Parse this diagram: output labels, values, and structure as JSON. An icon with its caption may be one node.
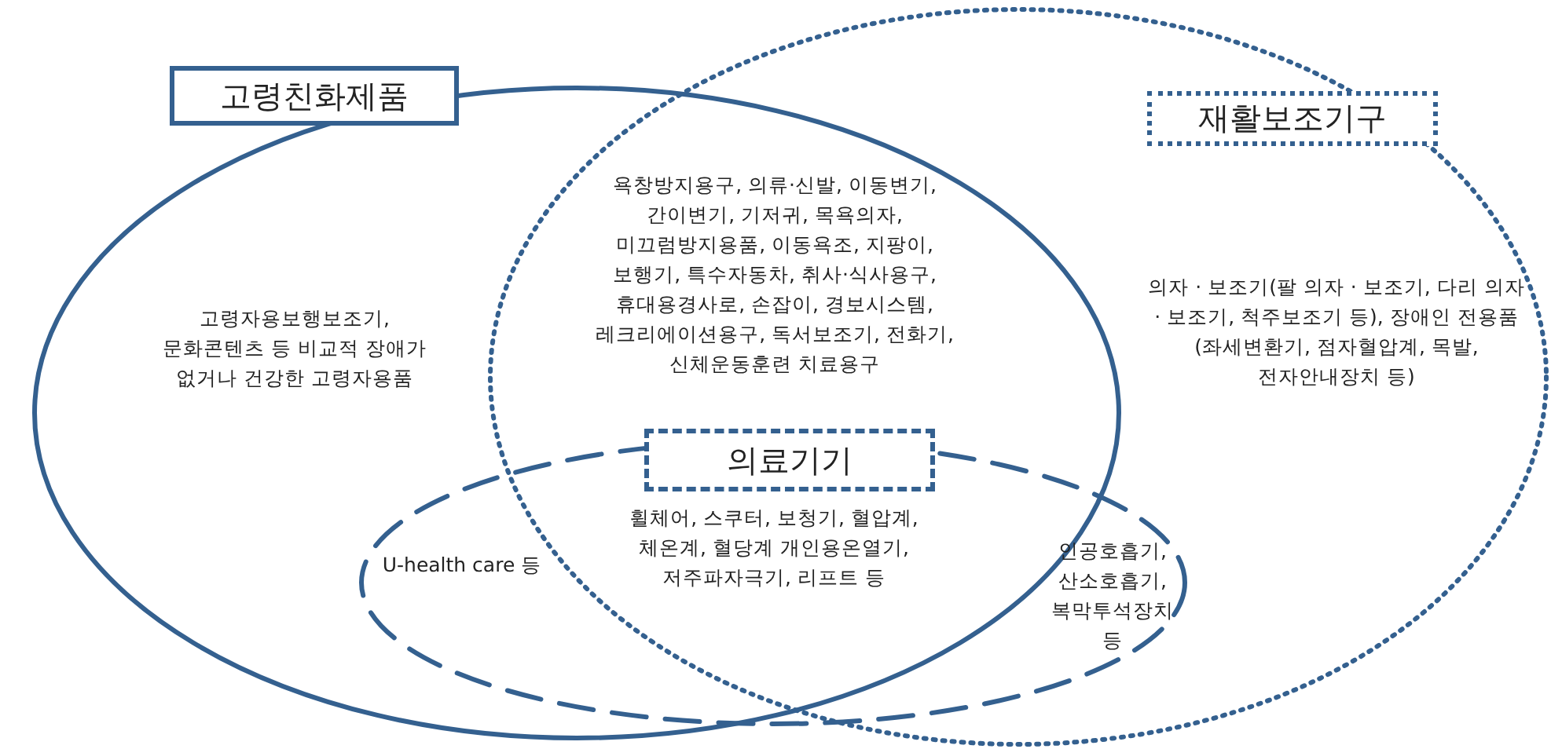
{
  "diagram": {
    "nodes": [
      {
        "text": [
          "고령친화제품"
        ]
      },
      {
        "text": [
          "재활보조기구"
        ]
      },
      {
        "text": [
          "의료기기"
        ]
      }
    ],
    "labels": [
      "고령자용보행보조기, 문화콘텐츠 등 비교적 장애가 없거나 건강한 고령자용품",
      "욕창방지용구, 의류·신발, 이동변기, 간이변기, 기저귀, 목욕의자, 미끄럼방지용품, 이동욕조, 지팡이, 보행기, 특수자동차, 취사·식사용구, 휴대용경사로, 손잡이, 경보시스템, 레크리에이션용구, 독서보조기, 전화기, 신체운동훈련 치료용구",
      "의자 · 보조기(팔 의자 · 보조기, 다리 의자 · 보조기, 척주보조기 등), 장애인 전용품(좌세변환기, 점자혈압계, 목발, 전자안내장치 등)",
      "휠체어, 스쿠터, 보청기, 혈압계, 체온계, 혈당계 개인용온열기, 저주파자극기, 리프트 등",
      "U-health care 등",
      "인공호흡기, 산소호흡기, 복막투석장치 등"
    ]
  }
}
